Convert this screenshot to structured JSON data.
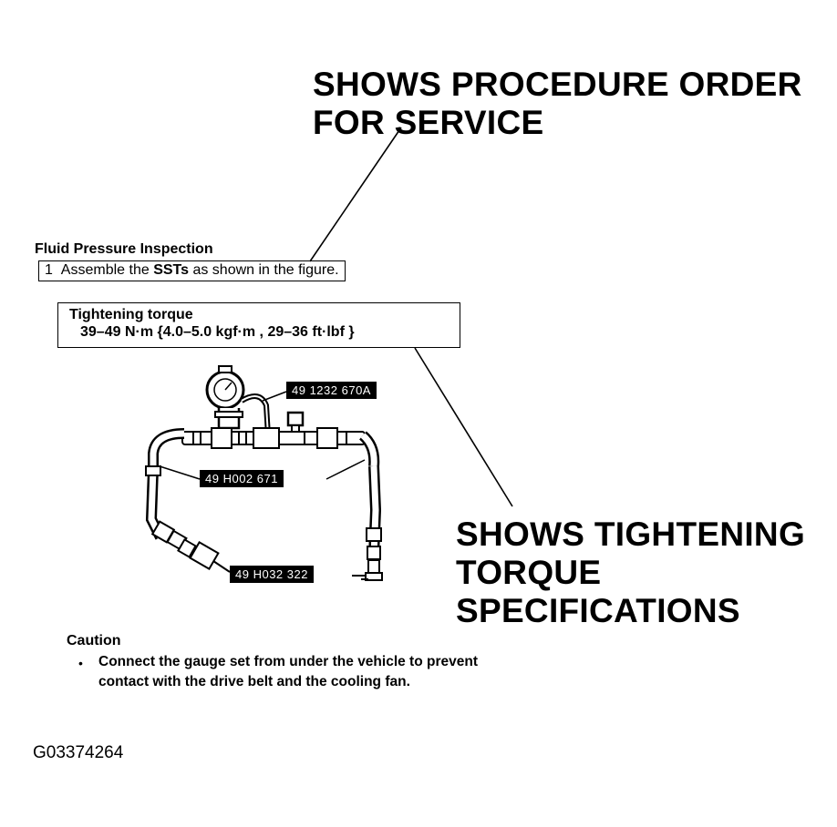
{
  "callouts": {
    "procedure": [
      "SHOWS PROCEDURE ORDER",
      "FOR SERVICE"
    ],
    "torque": [
      "SHOWS TIGHTENING",
      "TORQUE",
      "SPECIFICATIONS"
    ]
  },
  "section_title": "Fluid Pressure Inspection",
  "step": {
    "number": "1",
    "text_before": "Assemble the ",
    "bold": "SSTs",
    "text_after": " as shown in the figure."
  },
  "torque_spec": {
    "label": "Tightening torque",
    "value": "39–49 N·m {4.0–5.0 kgf·m , 29–36 ft·lbf }"
  },
  "tools": [
    "49 1232 670A",
    "49 H002 671",
    "49 H032 322"
  ],
  "caution": {
    "title": "Caution",
    "bullet": "•",
    "text": "Connect the gauge set from under the vehicle to prevent contact with the drive belt and the cooling fan."
  },
  "figure_id": "G03374264"
}
